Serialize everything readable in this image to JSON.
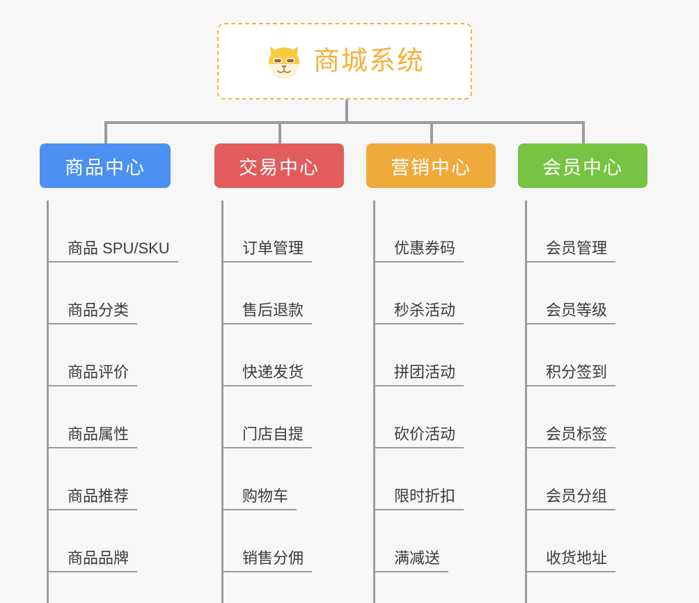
{
  "page": {
    "background_color": "#f7f7f7",
    "diagram_type": "mind-map"
  },
  "root": {
    "title": "商城系统",
    "icon": "shiba-mascot-icon",
    "border_color": "#f0b44a",
    "text_color": "#f2b33d",
    "background_color": "#ffffff"
  },
  "connector_color": "#9b9b9b",
  "categories": [
    {
      "label": "商品中心",
      "color": "#4b8ff0",
      "items": [
        "商品 SPU/SKU",
        "商品分类",
        "商品评价",
        "商品属性",
        "商品推荐",
        "商品品牌"
      ]
    },
    {
      "label": "交易中心",
      "color": "#e25c5c",
      "items": [
        "订单管理",
        "售后退款",
        "快递发货",
        "门店自提",
        "购物车",
        "销售分佣"
      ]
    },
    {
      "label": "营销中心",
      "color": "#eeab3c",
      "items": [
        "优惠券码",
        "秒杀活动",
        "拼团活动",
        "砍价活动",
        "限时折扣",
        "满减送"
      ]
    },
    {
      "label": "会员中心",
      "color": "#77c442",
      "items": [
        "会员管理",
        "会员等级",
        "积分签到",
        "会员标签",
        "会员分组",
        "收货地址"
      ]
    }
  ]
}
